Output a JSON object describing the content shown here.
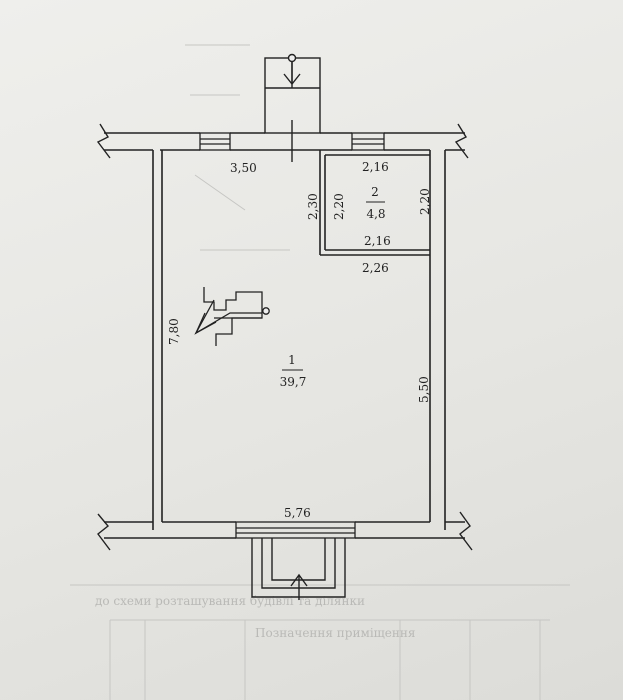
{
  "plan": {
    "rooms": [
      {
        "number": "1",
        "area": "39,7"
      },
      {
        "number": "2",
        "area": "4,8"
      }
    ],
    "dimensions": {
      "room1_top_width": "3,50",
      "room1_left_height": "7,80",
      "room1_right_height": "5,50",
      "room1_bottom_width": "5,76",
      "room1_below_closet_width": "2,26",
      "room2_top_width": "2,16",
      "room2_bottom_width": "2,16",
      "room2_left_height_a": "2,30",
      "room2_left_height_b": "2,20",
      "room2_right_height": "2,20"
    },
    "background_caption": "до схеми розташування будівлі та ділянки",
    "background_table_header": "Позначення приміщення"
  },
  "colors": {
    "ink": "#222222",
    "paper": "#ececea",
    "faint": "#b9b9b6"
  }
}
